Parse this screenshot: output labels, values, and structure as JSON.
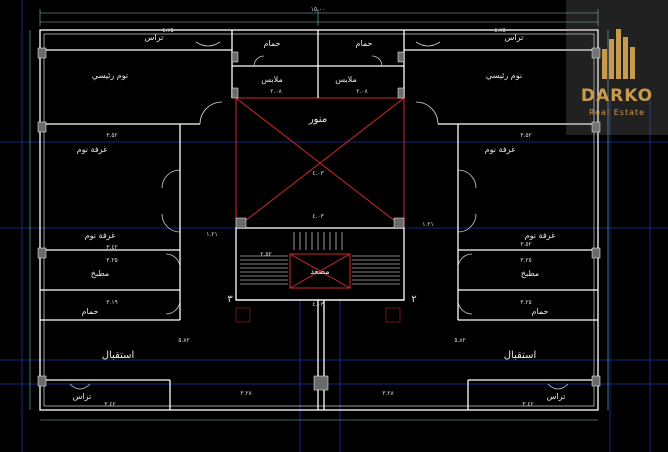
{
  "labels": {
    "terrace": "تراس",
    "bathroom": "حمام",
    "clothes": "ملابس",
    "master_bedroom": "نوم رئيسي",
    "shaft": "منور",
    "bedroom": "غرفة نوم",
    "kitchen": "مطبخ",
    "elevator": "مصعد",
    "reception": "استقبال"
  },
  "dims": {
    "top_total": "١٥.٠٠",
    "terrace_top": "٤.٧٥",
    "clothes": "٢.٠٨",
    "room_a": "٣.٥٢",
    "room_b": "٣.٤٢",
    "kitchen": "٣.٢٥",
    "bath_lower": "٣.١٩",
    "shaft": "٤.٠٣",
    "stair": "٤.٠٣",
    "side": "١.٢١",
    "reception": "٥.٨٢",
    "terrace_bottom": "٣.٤٢",
    "bottom_mid": "٣.٢٨",
    "stair_note": "٢.٥٢"
  },
  "apartments": {
    "left": "٣",
    "right": "٢"
  },
  "logo": {
    "name": "DARKO",
    "subtitle": "Real Estate"
  },
  "colors": {
    "wall": "#ffffff",
    "dims": "#7cc3c3",
    "grid": "#1a33a8",
    "hatch": "#d02828",
    "door": "#d0d0d0",
    "column": "#6a6a6a",
    "logo": "#c89a4d"
  }
}
